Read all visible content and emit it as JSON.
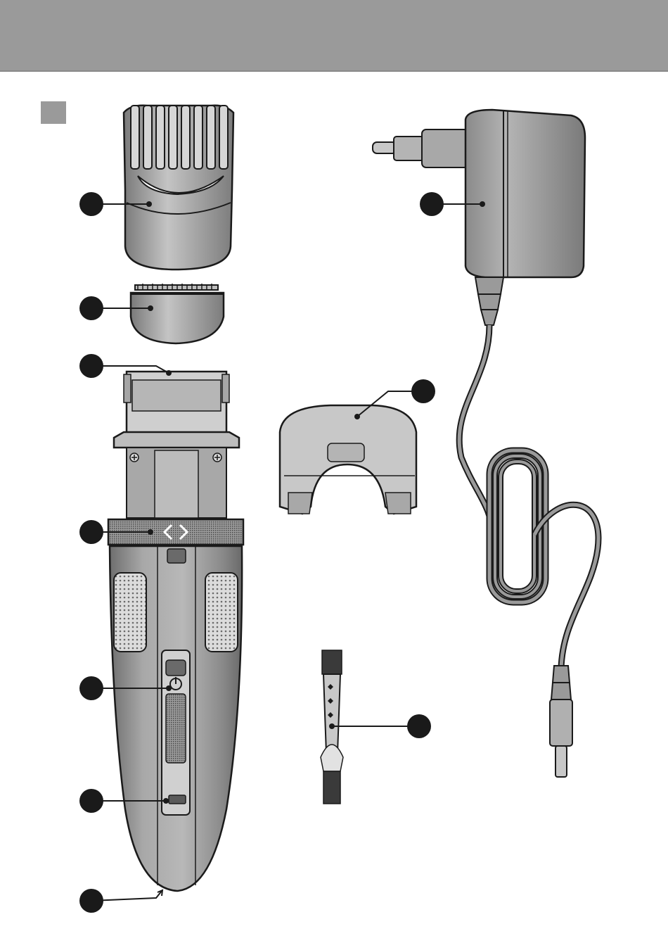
{
  "page": {
    "header_color": "#9a9a9a",
    "section_marker_color": "#9a9a9a",
    "callout_color": "#1a1a1a"
  },
  "parts": [
    {
      "name": "comb-attachment",
      "icon": "comb-icon"
    },
    {
      "name": "cutting-element",
      "icon": "blade-icon"
    },
    {
      "name": "trimmer-head",
      "icon": "trimmer-head-icon"
    },
    {
      "name": "length-selector-ring",
      "icon": "adjust-ring-icon"
    },
    {
      "name": "on-off-button",
      "icon": "power-icon"
    },
    {
      "name": "charging-light",
      "icon": "indicator-light-icon"
    },
    {
      "name": "socket-for-appliance-plug",
      "icon": "socket-icon"
    },
    {
      "name": "adapter",
      "icon": "adapter-icon"
    },
    {
      "name": "protection-cap",
      "icon": "cap-icon"
    },
    {
      "name": "cleaning-brush",
      "icon": "brush-icon"
    }
  ]
}
